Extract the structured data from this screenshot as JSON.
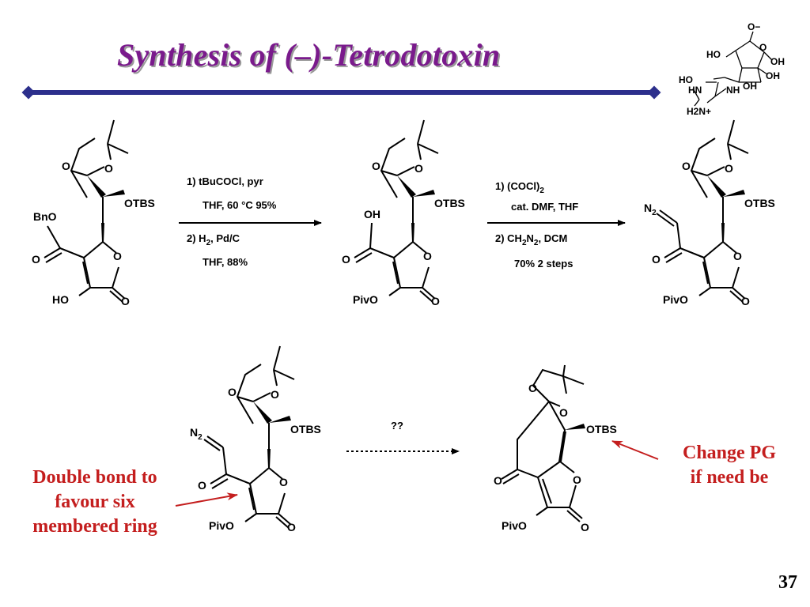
{
  "slide": {
    "title": "Synthesis of (–)-Tetrodotoxin",
    "page_number": "37",
    "title_color": "#7a1a8c",
    "rule_color": "#2c2f8c",
    "note_color": "#c41e1e"
  },
  "corner_structure": {
    "labels": [
      "O−",
      "HO",
      "O",
      "OH",
      "OH",
      "HO",
      "HN",
      "NH",
      "OH",
      "H2N+"
    ]
  },
  "step1": {
    "line1": "1) tBuCOCl, pyr",
    "line2": "THF, 60 °C 95%",
    "line3_pre": "2) H",
    "line3_sub": "2",
    "line3_post": ", Pd/C",
    "line4": "THF, 88%"
  },
  "step2": {
    "line1_pre": "1) (COCl)",
    "line1_sub": "2",
    "line2": "cat. DMF, THF",
    "line3_pre": "2) CH",
    "line3_sub1": "2",
    "line3_mid": "N",
    "line3_sub2": "2",
    "line3_post": ", DCM",
    "line4": "70% 2 steps"
  },
  "step3": {
    "label": "??"
  },
  "atoms": {
    "o": "O",
    "otbs": "OTBS",
    "bno": "BnO",
    "ho": "HO",
    "oh": "OH",
    "pivo": "PivO",
    "n2_main": "N",
    "n2_sub": "2"
  },
  "annotations": {
    "left": [
      "Double bond to",
      "favour six",
      "membered ring"
    ],
    "right": [
      "Change PG",
      "if need be"
    ]
  }
}
